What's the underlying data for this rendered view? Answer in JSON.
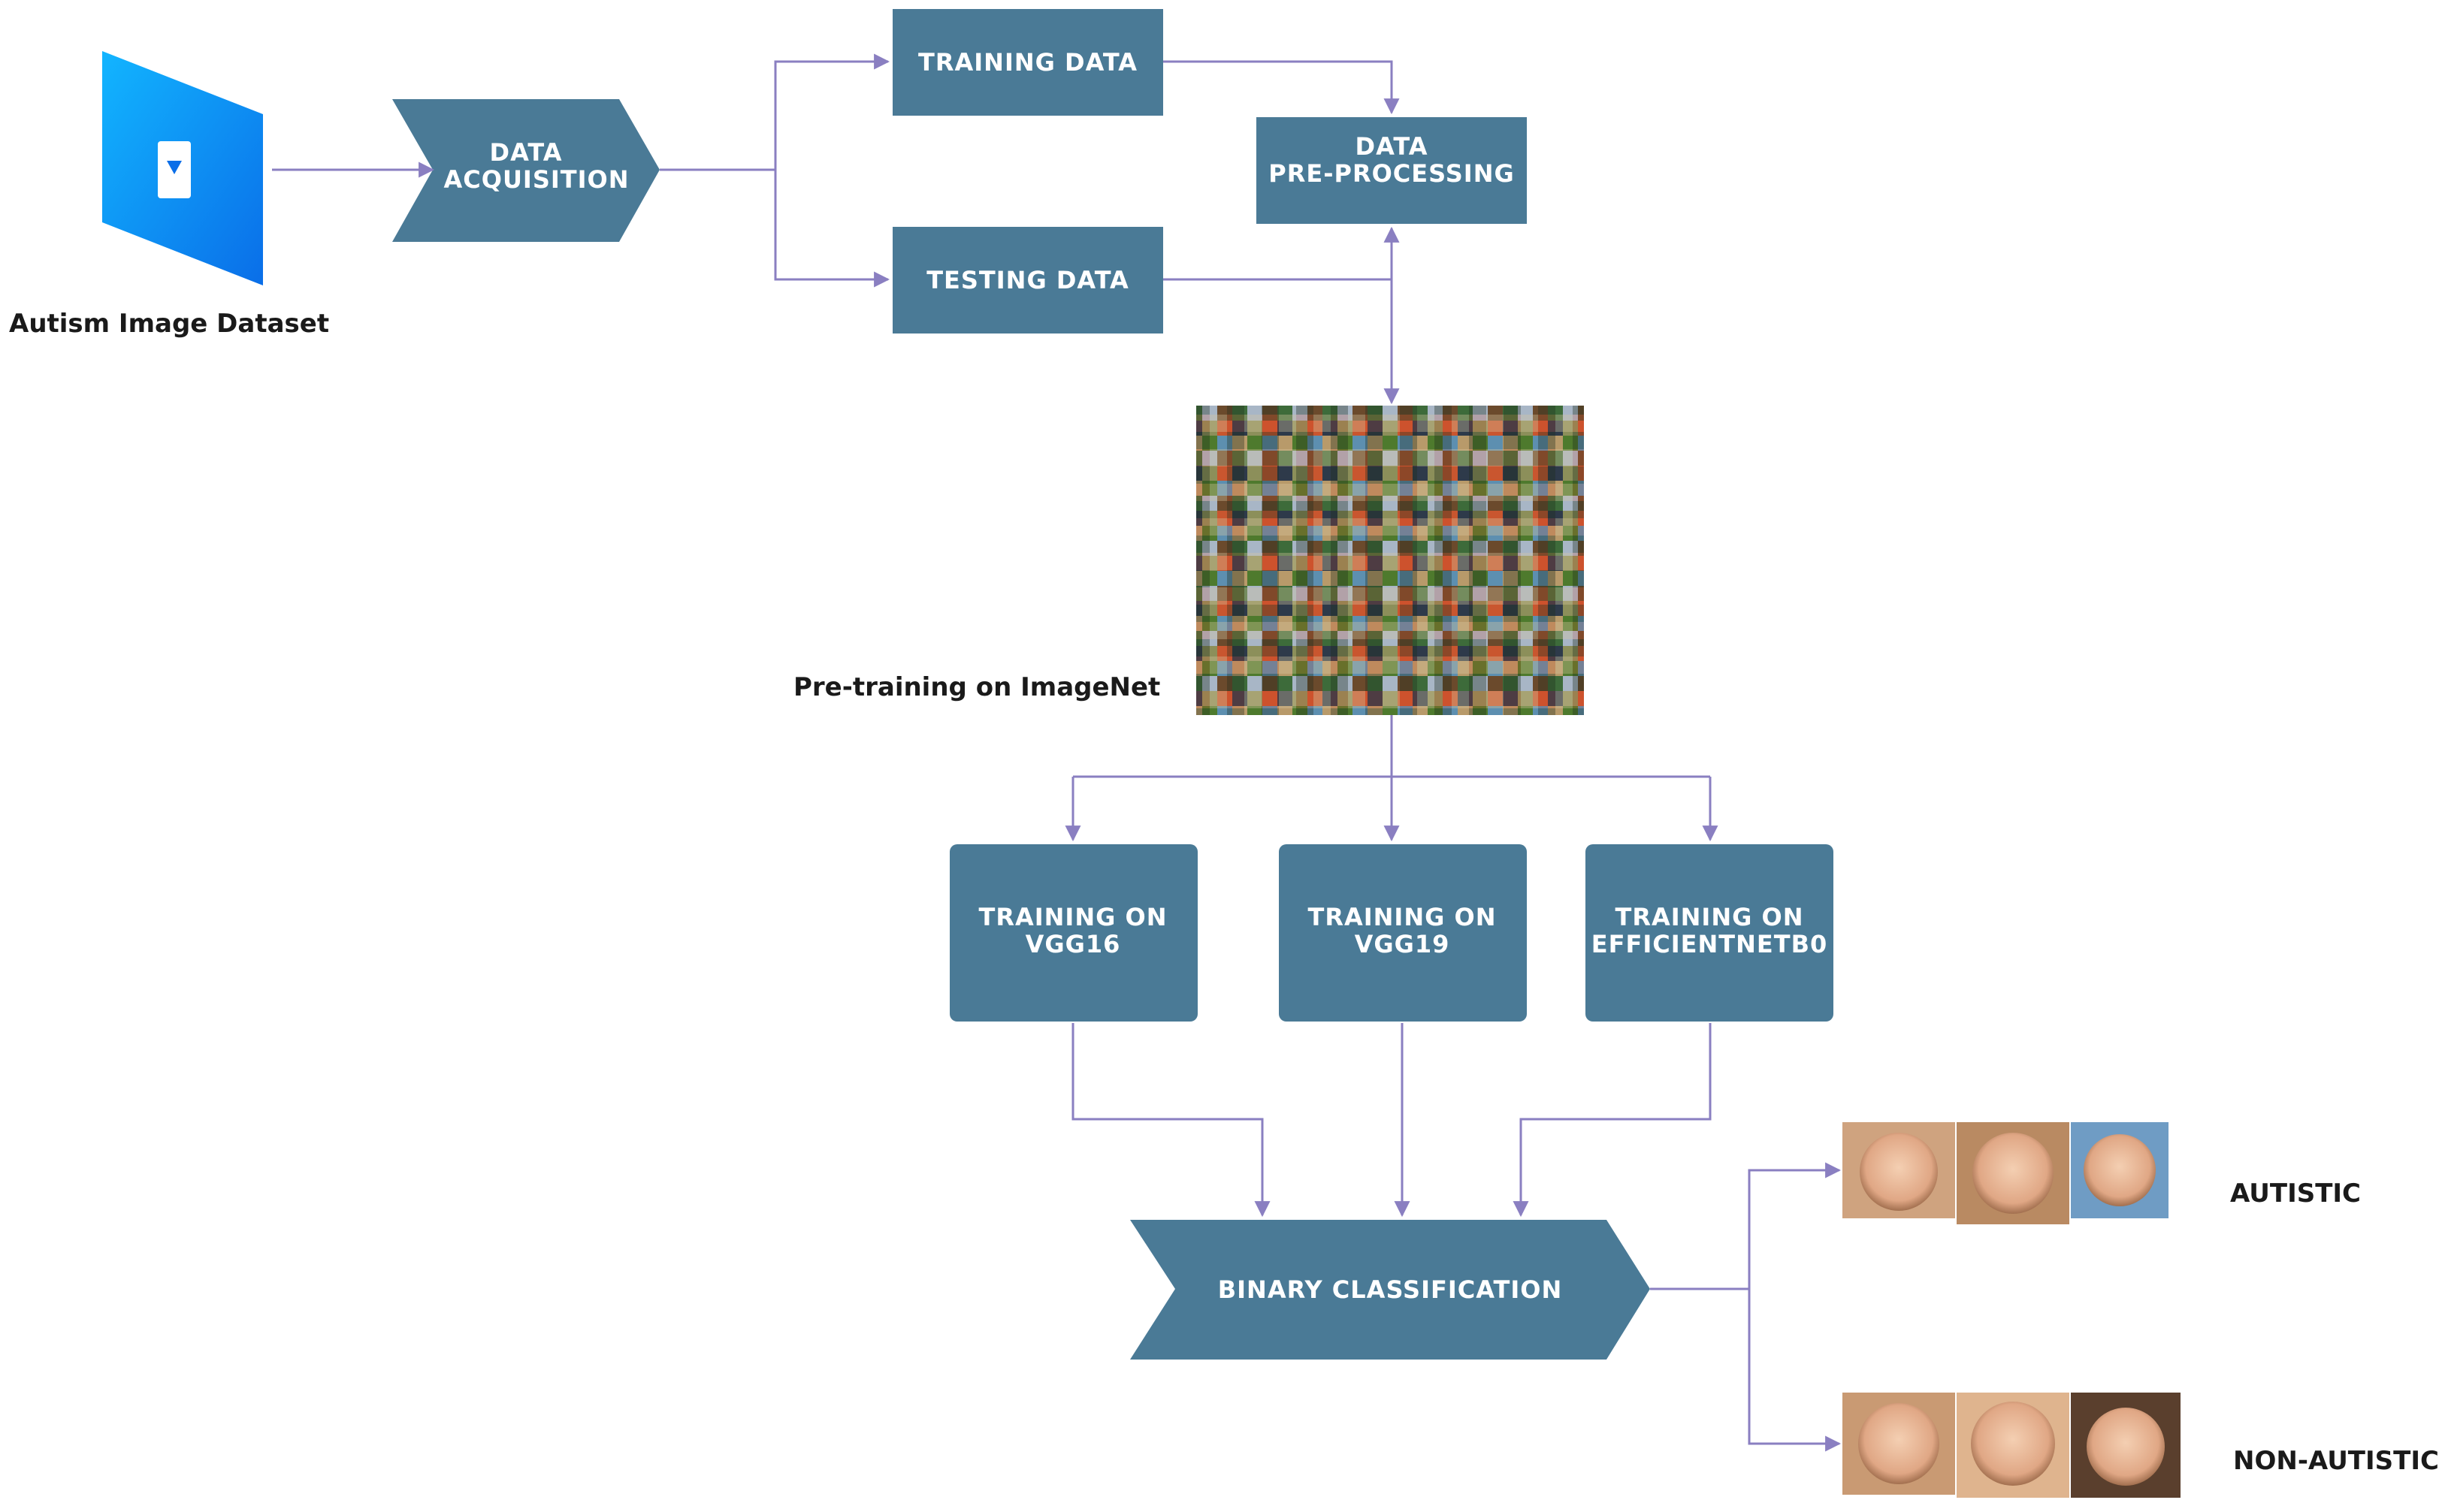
{
  "dataset": {
    "label": "Autism Image Dataset"
  },
  "acquisition": {
    "line1": "DATA",
    "line2": "ACQUISITION"
  },
  "training_data": {
    "label": "TRAINING DATA"
  },
  "testing_data": {
    "label": "TESTING DATA"
  },
  "preprocessing": {
    "line1": "DATA",
    "line2": "PRE-PROCESSING"
  },
  "imagenet": {
    "label": "Pre-training on ImageNet"
  },
  "models": [
    {
      "line1": "TRAINING ON",
      "line2": "VGG16"
    },
    {
      "line1": "TRAINING ON",
      "line2": "VGG19"
    },
    {
      "line1": "TRAINING ON",
      "line2": "EFFICIENTNETB0"
    }
  ],
  "classification": {
    "label": "BINARY CLASSIFICATION"
  },
  "outcomes": {
    "autistic": "AUTISTIC",
    "non_autistic": "NON-AUTISTIC"
  },
  "colors": {
    "box": "#4a7a96",
    "arrow": "#8a7fc1",
    "icon_blue": "#0a8ff0"
  }
}
